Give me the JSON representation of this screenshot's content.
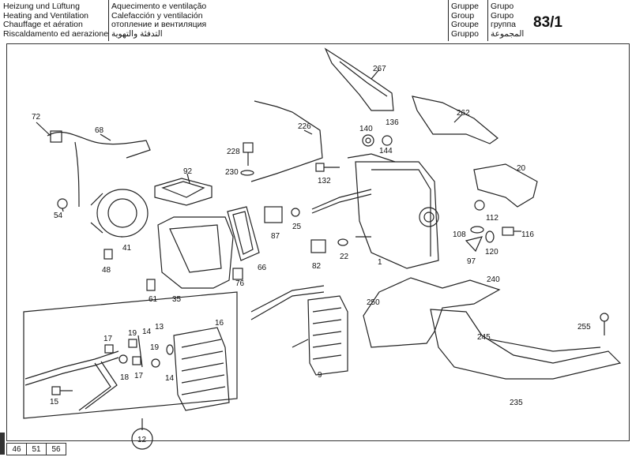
{
  "header": {
    "col1": [
      "Heizung und Lüftung",
      "Heating and Ventilation",
      "Chauffage et aération",
      "Riscaldamento ed aerazione"
    ],
    "col2": [
      "Aquecimento e ventilação",
      "Calefacción y ventilación",
      "отопление и вентиляция",
      "التدفئة والتهوية"
    ],
    "col3": [
      "Gruppe",
      "Group",
      "Groupe",
      "Gruppo"
    ],
    "col4": [
      "Grupo",
      "Grupo",
      "группа",
      "المجموعة"
    ],
    "group_number": "83/1"
  },
  "parts": [
    "267",
    "262",
    "72",
    "68",
    "226",
    "140",
    "136",
    "144",
    "228",
    "230",
    "132",
    "20",
    "92",
    "54",
    "41",
    "48",
    "87",
    "25",
    "112",
    "108",
    "116",
    "97",
    "120",
    "82",
    "22",
    "1",
    "66",
    "76",
    "61",
    "35",
    "240",
    "250",
    "245",
    "255",
    "17",
    "19",
    "14",
    "13",
    "16",
    "18",
    "15",
    "9",
    "12",
    "235"
  ],
  "footer": [
    "46",
    "51",
    "56"
  ]
}
